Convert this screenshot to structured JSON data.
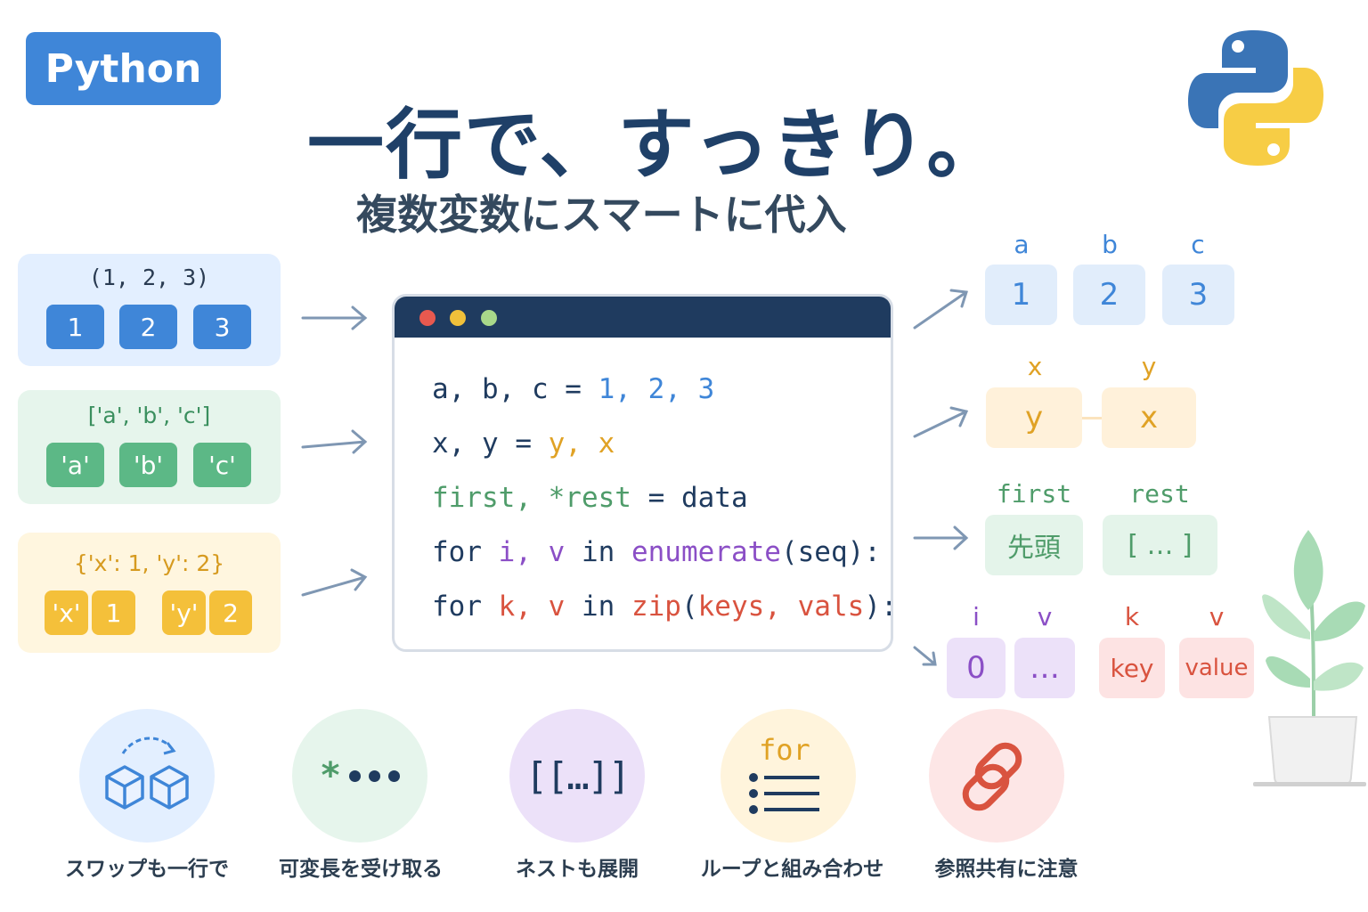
{
  "badge": "Python",
  "title": "一行で、すっきり。",
  "subtitle": "複数変数にスマートに代入",
  "left_panels": {
    "tuple": {
      "caption": "(1, 2, 3)",
      "items": [
        "1",
        "2",
        "3"
      ]
    },
    "list": {
      "caption": "['a', 'b', 'c']",
      "items": [
        "'a'",
        "'b'",
        "'c'"
      ]
    },
    "dict": {
      "caption": "{'x': 1, 'y': 2}",
      "items": [
        "'x'",
        "1",
        "'y'",
        "2"
      ]
    }
  },
  "code": {
    "line1": {
      "lhs": "a, b, c = ",
      "rhs": "1, 2, 3"
    },
    "line2": {
      "lhs": "x, y = ",
      "rhs": "y, x"
    },
    "line3": {
      "a": "first, *rest",
      "b": " = data"
    },
    "line4": {
      "a": "for ",
      "b": "i, v",
      "c": " in ",
      "d": "enumerate",
      "e": "(seq):"
    },
    "line5": {
      "a": "for ",
      "b": "k, v",
      "c": " in ",
      "d": "zip",
      "e": "(",
      "f": "keys, vals",
      "g": "):"
    }
  },
  "right": {
    "abc": {
      "labels": [
        "a",
        "b",
        "c"
      ],
      "values": [
        "1",
        "2",
        "3"
      ]
    },
    "xy": {
      "labels": [
        "x",
        "y"
      ],
      "values": [
        "y",
        "x"
      ]
    },
    "first_rest": {
      "labels": [
        "first",
        "rest"
      ],
      "values": [
        "先頭",
        "[ … ]"
      ]
    },
    "iv": {
      "labels": [
        "i",
        "v"
      ],
      "values": [
        "0",
        "…"
      ]
    },
    "kv": {
      "labels": [
        "k",
        "v"
      ],
      "values": [
        "key",
        "value"
      ]
    }
  },
  "features": [
    {
      "label": "スワップも一行で",
      "icon": "swap-cubes-icon"
    },
    {
      "label": "可変長を受け取る",
      "icon": "star-dots-icon",
      "symbol": "*"
    },
    {
      "label": "ネストも展開",
      "icon": "nested-brackets-icon",
      "symbol": "[[…]]"
    },
    {
      "label": "ループと組み合わせ",
      "icon": "for-list-icon",
      "symbol": "for"
    },
    {
      "label": "参照共有に注意",
      "icon": "chain-link-icon"
    }
  ],
  "colors": {
    "blue": "#3f86d8",
    "green": "#5cb886",
    "yellow": "#f4c03a",
    "purple": "#8b4fc6",
    "red": "#d9533f",
    "navy": "#1f3b5f"
  }
}
